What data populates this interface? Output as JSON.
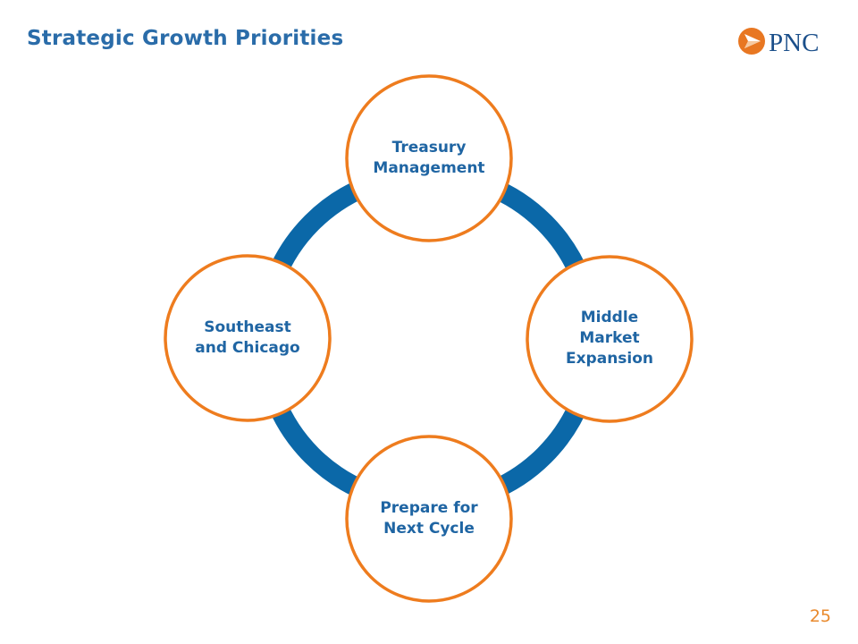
{
  "slide": {
    "title": "Strategic Growth Priorities",
    "page_number": "25"
  },
  "logo": {
    "text": "PNC",
    "icon": "pnc-triangle-logo-icon"
  },
  "colors": {
    "title": "#2a6ca9",
    "ring": "#0b68a8",
    "node_border": "#ee7c1e",
    "node_text": "#1f65a3",
    "logo_orange": "#e87722",
    "logo_text": "#1b4f8a",
    "page_number": "#e98a2e"
  },
  "diagram": {
    "nodes": [
      {
        "id": "top",
        "label": "Treasury\nManagement"
      },
      {
        "id": "right",
        "label": "Middle\nMarket\nExpansion"
      },
      {
        "id": "bottom",
        "label": "Prepare for\nNext Cycle"
      },
      {
        "id": "left",
        "label": "Southeast\nand Chicago"
      }
    ]
  }
}
